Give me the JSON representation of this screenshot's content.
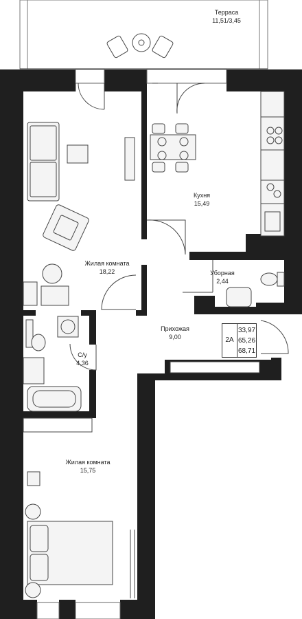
{
  "rooms": {
    "terrace": {
      "name": "Терраса",
      "area": "11,51/3,45"
    },
    "living1": {
      "name": "Жилая комната",
      "area": "18,22"
    },
    "kitchen": {
      "name": "Кухня",
      "area": "15,49"
    },
    "wc": {
      "name": "Уборная",
      "area": "2,44"
    },
    "hall": {
      "name": "Прихожая",
      "area": "9,00"
    },
    "bath": {
      "name": "С/у",
      "area": "4,36"
    },
    "living2": {
      "name": "Жилая комната",
      "area": "15,75"
    }
  },
  "summary": {
    "apartment": "2А",
    "areas": [
      "33,97",
      "65,26",
      "68,71"
    ]
  },
  "colors": {
    "wall": "#1f1f1f",
    "line": "#555555",
    "furniture_fill": "#f4f4f4"
  }
}
